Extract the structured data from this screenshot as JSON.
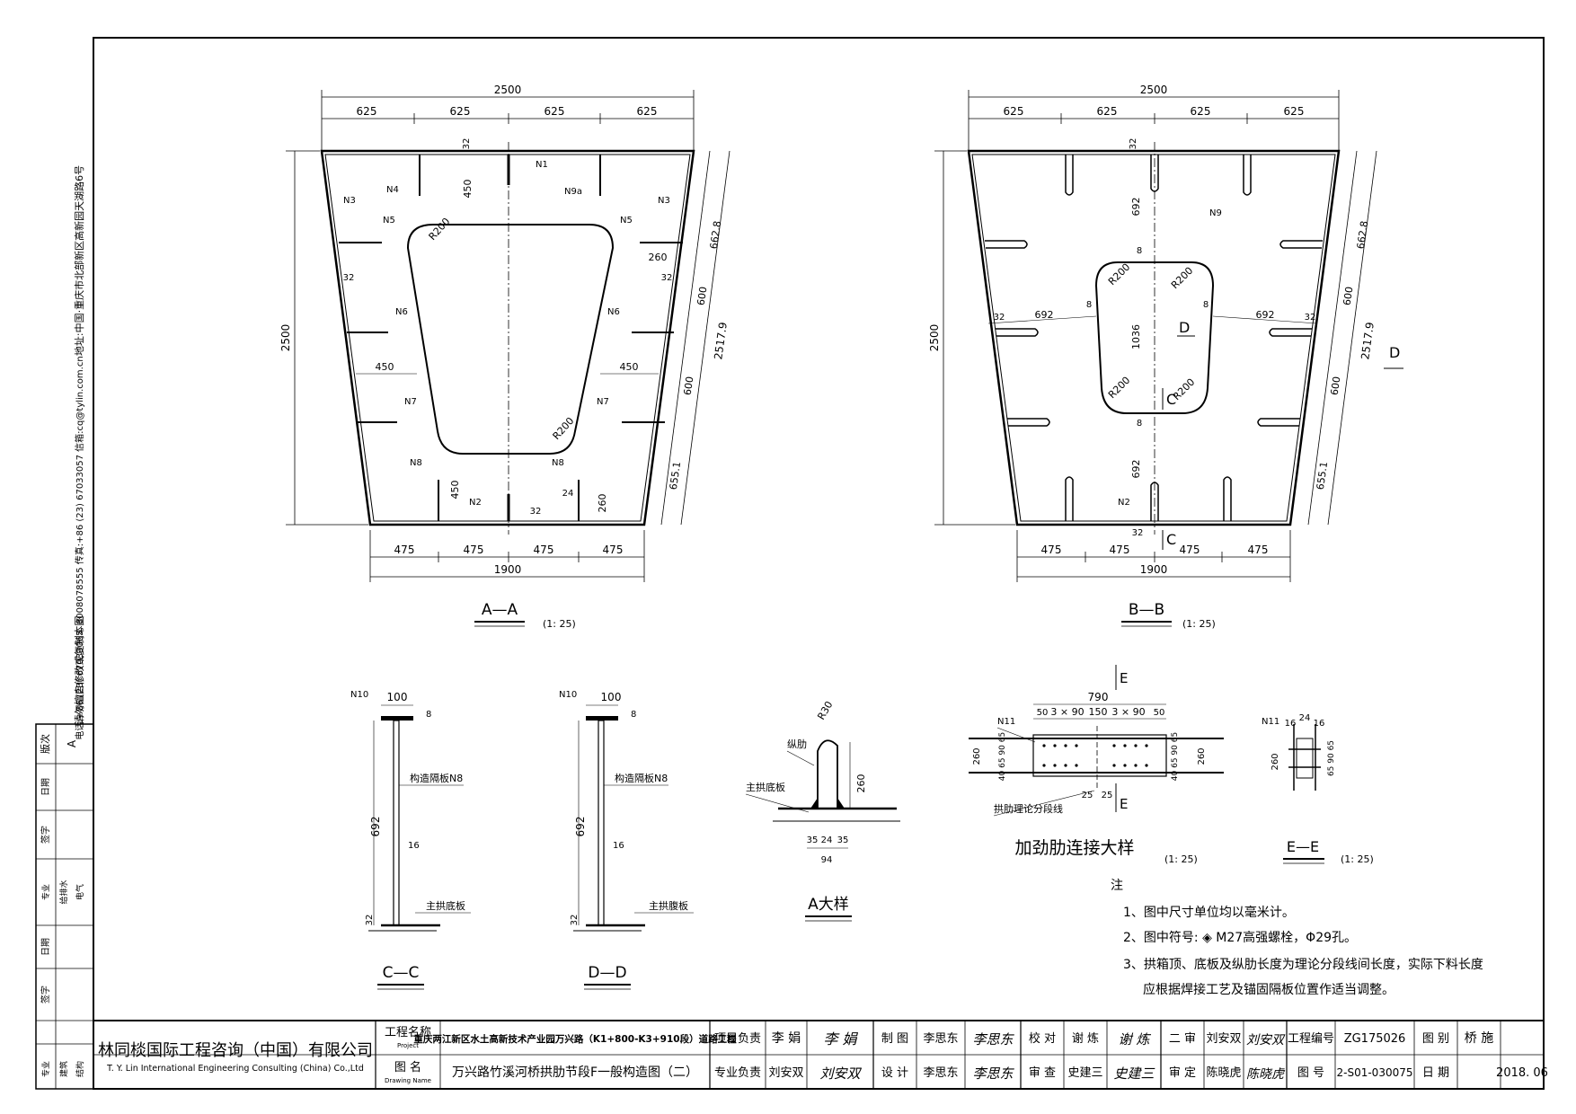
{
  "section_aa": {
    "top_total": "2500",
    "top_segments": [
      "625",
      "625",
      "625",
      "625"
    ],
    "bottom_segments": [
      "475",
      "475",
      "475",
      "475"
    ],
    "bottom_total": "1900",
    "height": "2500",
    "slant_total": "2517.9",
    "slant_segments": [
      "662.8",
      "600",
      "600",
      "655.1"
    ],
    "dim_32_a": "32",
    "dim_32_b": "32",
    "dim_32_c": "32",
    "dim_32_d": "32",
    "dim_450_top": "450",
    "dim_450_bottom": "450",
    "dim_450_left": "450",
    "dim_450_right": "450",
    "dim_260_a": "260",
    "dim_260_b": "260",
    "dim_24": "24",
    "r_top": "R200",
    "r_bottom": "R200",
    "labels": {
      "n1": "N1",
      "n2": "N2",
      "n3l": "N3",
      "n3r": "N3",
      "n4": "N4",
      "n5l": "N5",
      "n5r": "N5",
      "n6l": "N6",
      "n6r": "N6",
      "n7l": "N7",
      "n7r": "N7",
      "n8l": "N8",
      "n8r": "N8",
      "n9a": "N9a"
    },
    "title": "A—A",
    "scale": "(1: 25)"
  },
  "section_bb": {
    "top_total": "2500",
    "top_segments": [
      "625",
      "625",
      "625",
      "625"
    ],
    "bottom_segments": [
      "475",
      "475",
      "475",
      "475"
    ],
    "bottom_total": "1900",
    "height": "2500",
    "slant_total": "2517.9",
    "slant_segments": [
      "662.8",
      "600",
      "600",
      "655.1"
    ],
    "dim_32_top": "32",
    "dim_32_bottom": "32",
    "dim_32_left": "32",
    "dim_32_right": "32",
    "dim_692_top": "692",
    "dim_692_bottom": "692",
    "dim_692_left": "692",
    "dim_692_right": "692",
    "dim_8_a": "8",
    "dim_8_b": "8",
    "dim_8_c": "8",
    "dim_8_d": "8",
    "dim_1036": "1036",
    "r1": "R200",
    "r2": "R200",
    "r3": "R200",
    "r4": "R200",
    "n9": "N9",
    "n2": "N2",
    "d_inner": "D",
    "d_outer": "D",
    "c_inner": "C",
    "c_outer": "C",
    "title": "B—B",
    "scale": "(1: 25)"
  },
  "section_cc": {
    "n10": "N10",
    "w": "100",
    "t": "8",
    "h": "692",
    "web": "16",
    "base": "32",
    "plate_label": "构造隔板N8",
    "bottom_label": "主拱底板",
    "title": "C—C"
  },
  "section_dd": {
    "n10": "N10",
    "w": "100",
    "t": "8",
    "h": "692",
    "web": "16",
    "base": "32",
    "plate_label": "构造隔板N8",
    "bottom_label": "主拱腹板",
    "title": "D—D"
  },
  "detail_a": {
    "r30": "R30",
    "rib": "纵肋",
    "base": "主拱底板",
    "h": "260",
    "d1": "35",
    "d2": "24",
    "d3": "35",
    "total": "94",
    "title": "A大样"
  },
  "stiffener_detail": {
    "e_top": "E",
    "e_bottom": "E",
    "w790": "790",
    "seg_l": "3 × 90",
    "seg_m": "150",
    "seg_r": "3 × 90",
    "d50l": "50",
    "d50r": "50",
    "n11": "N11",
    "left_dims": "260",
    "left_small": "40 65 90 65",
    "right_small": "40 65 90 65",
    "right_dims": "260",
    "d25l": "25",
    "d25r": "25",
    "seg_line": "拱肋理论分段线",
    "title": "加劲肋连接大样",
    "scale": "(1: 25)"
  },
  "section_ee": {
    "n11": "N11",
    "d16l": "16",
    "d24": "24",
    "d16r": "16",
    "h260": "260",
    "small": "65 90 65",
    "title": "E—E",
    "scale": "(1: 25)"
  },
  "notes": {
    "heading": "注",
    "items": [
      "1、图中尺寸单位均以毫米计。",
      "2、图中符号: ◈ M27高强螺栓，Φ29孔。",
      "3、拱箱顶、底板及纵肋长度为理论分段线间长度，实际下料长度",
      "应根据焊接工艺及锚固隔板位置作适当调整。"
    ]
  },
  "side_text": {
    "line1": "地址:中国·重庆市北部新区高新园天湖路6号",
    "line2": "电话:+86 (23) 67033065, 8008078555 传真:+86 (23) 67033057 信箱:cq@tylin.com.cn",
    "line3": "请勿擅自修改或复制本图"
  },
  "revision_block": {
    "version_label": "版次",
    "version": "A",
    "date_label": "日期",
    "sign_label": "签字",
    "disciplines": [
      "专业",
      "给排水",
      "电气"
    ],
    "disciplines2": [
      "专业",
      "建筑",
      "结构"
    ]
  },
  "title_block": {
    "company_cn": "林同棪国际工程咨询（中国）有限公司",
    "company_en": "T. Y. Lin International Engineering Consulting (China) Co.,Ltd",
    "project_label": "工程名称",
    "project_label_en": "Project",
    "project_name": "重庆两江新区水土高新技术产业园万兴路（K1+800-K3+910段）道路工程",
    "drawing_label": "图 名",
    "drawing_label_en": "Drawing Name",
    "drawing_name": "万兴路竹溪河桥拱肋节段F一般构造图（二）",
    "pm_label": "项目负责",
    "pm_name": "李 娟",
    "spec_label": "专业负责",
    "spec_name": "刘安双",
    "draw_label": "制 图",
    "draw_name": "李思东",
    "design_label": "设 计",
    "design_name": "李思东",
    "check_label": "校 对",
    "check_name": "谢 炼",
    "exam_label": "审 查",
    "exam_name": "史建三",
    "review_label": "二 审",
    "review_name": "刘安双",
    "approve_label": "审 定",
    "approve_name": "陈晓虎",
    "proj_no_label": "工程编号",
    "proj_no": "ZG175026",
    "sort_label": "图 别",
    "sort": "桥 施",
    "dwg_no_label": "图 号",
    "dwg_no": "2-S01-030075",
    "date_label": "日 期",
    "date": "2018. 06"
  }
}
